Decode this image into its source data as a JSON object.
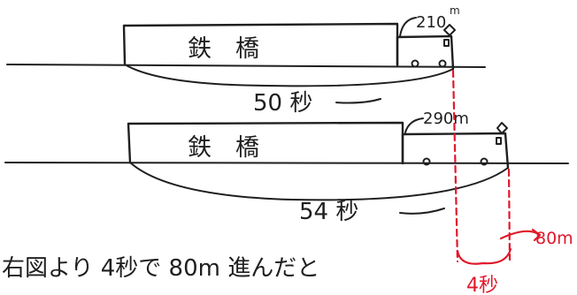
{
  "diagram1": {
    "bridge_label": "鉄　橋",
    "train_length": "210",
    "unit": "m",
    "time": "50 秒"
  },
  "diagram2": {
    "bridge_label": "鉄　橋",
    "train_length": "290m",
    "time": "54 秒"
  },
  "difference": {
    "distance": "80m",
    "time": "4秒"
  },
  "caption": "右図より 4秒で 80m 進んだと"
}
